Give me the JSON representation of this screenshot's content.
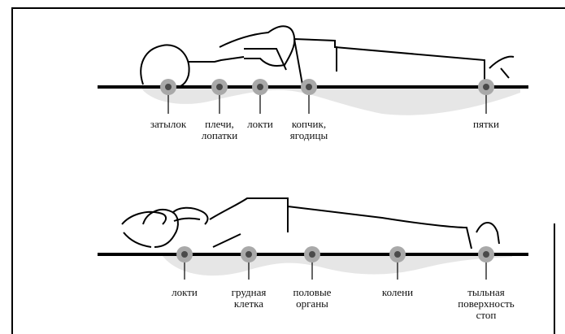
{
  "figure": {
    "top_panel": {
      "labels": [
        {
          "id": "zatylok",
          "lines": [
            "затылок"
          ]
        },
        {
          "id": "plechi",
          "lines": [
            "плечи,",
            "лопатки"
          ]
        },
        {
          "id": "lokti_top",
          "lines": [
            "локти"
          ]
        },
        {
          "id": "kopchik",
          "lines": [
            "копчик,",
            "ягодицы"
          ]
        },
        {
          "id": "pyatki",
          "lines": [
            "пятки"
          ]
        }
      ]
    },
    "bottom_panel": {
      "labels": [
        {
          "id": "lokti_bottom",
          "lines": [
            "локти"
          ]
        },
        {
          "id": "grudnaya",
          "lines": [
            "грудная",
            "клетка"
          ]
        },
        {
          "id": "polovye",
          "lines": [
            "половые",
            "органы"
          ]
        },
        {
          "id": "koleni",
          "lines": [
            "колени"
          ]
        },
        {
          "id": "tylnaya",
          "lines": [
            "тыльная",
            "поверхность",
            "стоп"
          ]
        }
      ]
    }
  },
  "colors": {
    "line": "#000000",
    "shadow": "#e6e6e6",
    "marker_outer": "#a9a9a9",
    "marker_inner": "#4a4a4a",
    "text": "#111111"
  }
}
